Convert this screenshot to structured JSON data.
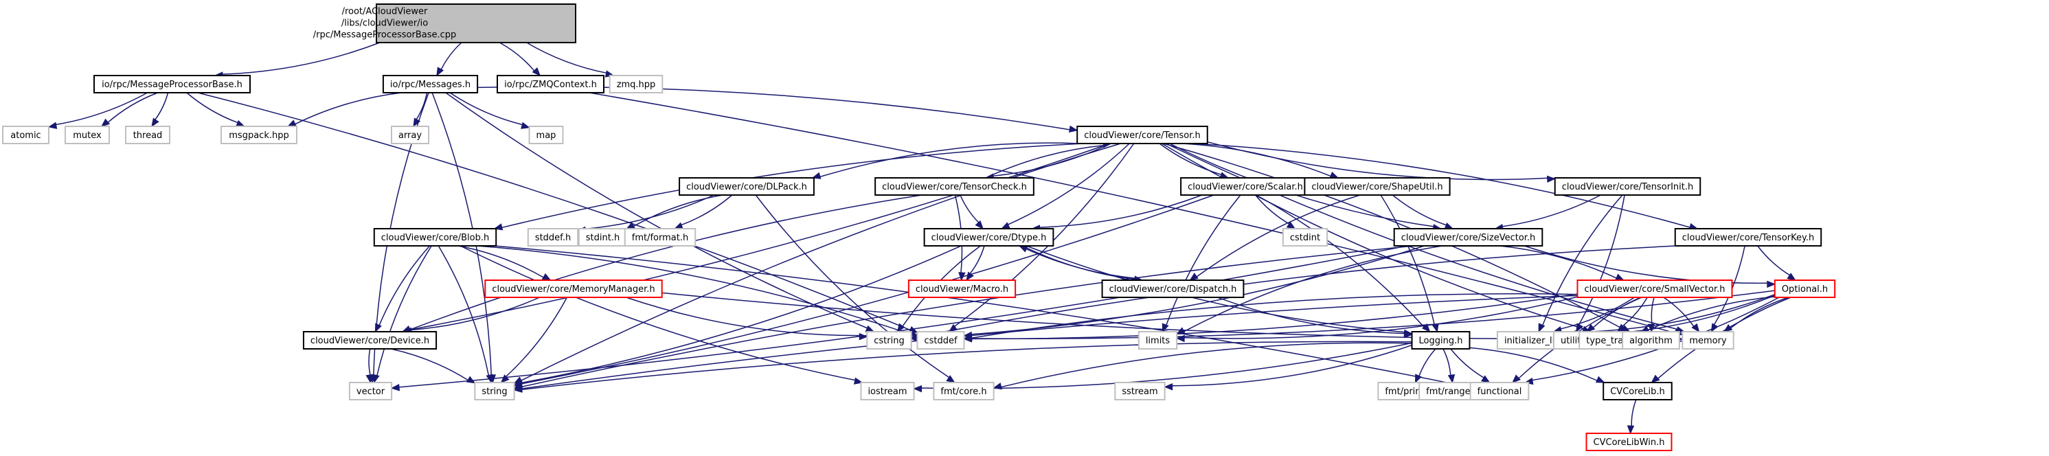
{
  "graph": {
    "title": "Include dependency graph for MessageProcessorBase.cpp",
    "colors": {
      "edge": "#191970",
      "root_fill": "#bfbfbf",
      "root_border": "#000000",
      "documented_border": "#000000",
      "external_border": "#bfbfbf",
      "truncated_border": "#ff0000"
    },
    "nodes": [
      {
        "id": "root",
        "label": [
          "/root/ACloudViewer",
          "/libs/cloudViewer/io",
          "/rpc/MessageProcessorBase.cpp"
        ],
        "kind": "root"
      },
      {
        "id": "mpb_h",
        "label": [
          "io/rpc/MessageProcessorBase.h"
        ],
        "kind": "documented"
      },
      {
        "id": "messages_h",
        "label": [
          "io/rpc/Messages.h"
        ],
        "kind": "documented"
      },
      {
        "id": "zmqcontext_h",
        "label": [
          "io/rpc/ZMQContext.h"
        ],
        "kind": "documented"
      },
      {
        "id": "zmq_hpp",
        "label": [
          "zmq.hpp"
        ],
        "kind": "external"
      },
      {
        "id": "atomic",
        "label": [
          "atomic"
        ],
        "kind": "external"
      },
      {
        "id": "mutex",
        "label": [
          "mutex"
        ],
        "kind": "external"
      },
      {
        "id": "thread",
        "label": [
          "thread"
        ],
        "kind": "external"
      },
      {
        "id": "msgpack_hpp",
        "label": [
          "msgpack.hpp"
        ],
        "kind": "external"
      },
      {
        "id": "array",
        "label": [
          "array"
        ],
        "kind": "external"
      },
      {
        "id": "map",
        "label": [
          "map"
        ],
        "kind": "external"
      },
      {
        "id": "tensor_h",
        "label": [
          "cloudViewer/core/Tensor.h"
        ],
        "kind": "documented"
      },
      {
        "id": "dlpack_h",
        "label": [
          "cloudViewer/core/DLPack.h"
        ],
        "kind": "documented"
      },
      {
        "id": "tensorcheck_h",
        "label": [
          "cloudViewer/core/TensorCheck.h"
        ],
        "kind": "documented"
      },
      {
        "id": "scalar_h",
        "label": [
          "cloudViewer/core/Scalar.h"
        ],
        "kind": "documented"
      },
      {
        "id": "shapeutil_h",
        "label": [
          "cloudViewer/core/ShapeUtil.h"
        ],
        "kind": "documented"
      },
      {
        "id": "tensorinit_h",
        "label": [
          "cloudViewer/core/TensorInit.h"
        ],
        "kind": "documented"
      },
      {
        "id": "blob_h",
        "label": [
          "cloudViewer/core/Blob.h"
        ],
        "kind": "documented"
      },
      {
        "id": "stddef_h",
        "label": [
          "stddef.h"
        ],
        "kind": "external"
      },
      {
        "id": "stdint_h",
        "label": [
          "stdint.h"
        ],
        "kind": "external"
      },
      {
        "id": "fmt_format_h",
        "label": [
          "fmt/format.h"
        ],
        "kind": "external"
      },
      {
        "id": "dtype_h",
        "label": [
          "cloudViewer/core/Dtype.h"
        ],
        "kind": "documented"
      },
      {
        "id": "cstdint",
        "label": [
          "cstdint"
        ],
        "kind": "external"
      },
      {
        "id": "sizevector_h",
        "label": [
          "cloudViewer/core/SizeVector.h"
        ],
        "kind": "documented"
      },
      {
        "id": "tensorkey_h",
        "label": [
          "cloudViewer/core/TensorKey.h"
        ],
        "kind": "documented"
      },
      {
        "id": "memorymanager_h",
        "label": [
          "cloudViewer/core/MemoryManager.h"
        ],
        "kind": "truncated"
      },
      {
        "id": "macro_h",
        "label": [
          "cloudViewer/Macro.h"
        ],
        "kind": "truncated"
      },
      {
        "id": "dispatch_h",
        "label": [
          "cloudViewer/core/Dispatch.h"
        ],
        "kind": "documented"
      },
      {
        "id": "smallvector_h",
        "label": [
          "cloudViewer/core/SmallVector.h"
        ],
        "kind": "truncated"
      },
      {
        "id": "optional_h",
        "label": [
          "Optional.h"
        ],
        "kind": "truncated"
      },
      {
        "id": "device_h",
        "label": [
          "cloudViewer/core/Device.h"
        ],
        "kind": "documented"
      },
      {
        "id": "cstring",
        "label": [
          "cstring"
        ],
        "kind": "external"
      },
      {
        "id": "cstddef",
        "label": [
          "cstddef"
        ],
        "kind": "external"
      },
      {
        "id": "limits",
        "label": [
          "limits"
        ],
        "kind": "external"
      },
      {
        "id": "logging_h",
        "label": [
          "Logging.h"
        ],
        "kind": "documented"
      },
      {
        "id": "initializer_list",
        "label": [
          "initializer_list"
        ],
        "kind": "external"
      },
      {
        "id": "utility",
        "label": [
          "utility"
        ],
        "kind": "external"
      },
      {
        "id": "type_traits",
        "label": [
          "type_traits"
        ],
        "kind": "external"
      },
      {
        "id": "algorithm",
        "label": [
          "algorithm"
        ],
        "kind": "external"
      },
      {
        "id": "memory",
        "label": [
          "memory"
        ],
        "kind": "external"
      },
      {
        "id": "vector",
        "label": [
          "vector"
        ],
        "kind": "external"
      },
      {
        "id": "string",
        "label": [
          "string"
        ],
        "kind": "external"
      },
      {
        "id": "iostream",
        "label": [
          "iostream"
        ],
        "kind": "external"
      },
      {
        "id": "fmt_core_h",
        "label": [
          "fmt/core.h"
        ],
        "kind": "external"
      },
      {
        "id": "sstream",
        "label": [
          "sstream"
        ],
        "kind": "external"
      },
      {
        "id": "fmt_printf_h",
        "label": [
          "fmt/printf.h"
        ],
        "kind": "external"
      },
      {
        "id": "fmt_ranges_h",
        "label": [
          "fmt/ranges.h"
        ],
        "kind": "external"
      },
      {
        "id": "functional",
        "label": [
          "functional"
        ],
        "kind": "external"
      },
      {
        "id": "cvcorelib_h",
        "label": [
          "CVCoreLib.h"
        ],
        "kind": "documented"
      },
      {
        "id": "cvcorelibwin_h",
        "label": [
          "CVCoreLibWin.h"
        ],
        "kind": "truncated"
      }
    ],
    "edges": [
      [
        "root",
        "mpb_h"
      ],
      [
        "root",
        "messages_h"
      ],
      [
        "root",
        "zmqcontext_h"
      ],
      [
        "root",
        "zmq_hpp"
      ],
      [
        "mpb_h",
        "atomic"
      ],
      [
        "mpb_h",
        "mutex"
      ],
      [
        "mpb_h",
        "thread"
      ],
      [
        "mpb_h",
        "msgpack_hpp"
      ],
      [
        "mpb_h",
        "cstddef"
      ],
      [
        "messages_h",
        "msgpack_hpp"
      ],
      [
        "messages_h",
        "array"
      ],
      [
        "messages_h",
        "map"
      ],
      [
        "messages_h",
        "tensor_h"
      ],
      [
        "messages_h",
        "vector"
      ],
      [
        "messages_h",
        "string"
      ],
      [
        "messages_h",
        "cstring"
      ],
      [
        "zmqcontext_h",
        "memory"
      ],
      [
        "tensor_h",
        "dlpack_h"
      ],
      [
        "tensor_h",
        "tensorcheck_h"
      ],
      [
        "tensor_h",
        "scalar_h"
      ],
      [
        "tensor_h",
        "shapeutil_h"
      ],
      [
        "tensor_h",
        "tensorinit_h"
      ],
      [
        "tensor_h",
        "tensorkey_h"
      ],
      [
        "tensor_h",
        "blob_h"
      ],
      [
        "tensor_h",
        "dtype_h"
      ],
      [
        "tensor_h",
        "sizevector_h"
      ],
      [
        "tensor_h",
        "device_h"
      ],
      [
        "tensor_h",
        "string"
      ],
      [
        "tensor_h",
        "cstddef"
      ],
      [
        "tensor_h",
        "memory"
      ],
      [
        "tensor_h",
        "algorithm"
      ],
      [
        "tensor_h",
        "type_traits"
      ],
      [
        "tensorcheck_h",
        "tensor_h"
      ],
      [
        "tensorcheck_h",
        "dtype_h"
      ],
      [
        "tensorcheck_h",
        "macro_h"
      ],
      [
        "tensorcheck_h",
        "device_h"
      ],
      [
        "dlpack_h",
        "stddef_h"
      ],
      [
        "dlpack_h",
        "stdint_h"
      ],
      [
        "dlpack_h",
        "fmt_format_h"
      ],
      [
        "dlpack_h",
        "fmt_core_h"
      ],
      [
        "scalar_h",
        "dtype_h"
      ],
      [
        "scalar_h",
        "cstdint"
      ],
      [
        "scalar_h",
        "logging_h"
      ],
      [
        "scalar_h",
        "limits"
      ],
      [
        "scalar_h",
        "string"
      ],
      [
        "shapeutil_h",
        "sizevector_h"
      ],
      [
        "shapeutil_h",
        "logging_h"
      ],
      [
        "shapeutil_h",
        "dispatch_h"
      ],
      [
        "tensorinit_h",
        "sizevector_h"
      ],
      [
        "tensorinit_h",
        "initializer_list"
      ],
      [
        "tensorinit_h",
        "utility"
      ],
      [
        "tensorkey_h",
        "optional_h"
      ],
      [
        "tensorkey_h",
        "memory"
      ],
      [
        "tensorkey_h",
        "cstring"
      ],
      [
        "blob_h",
        "memorymanager_h"
      ],
      [
        "blob_h",
        "device_h"
      ],
      [
        "blob_h",
        "string"
      ],
      [
        "blob_h",
        "iostream"
      ],
      [
        "blob_h",
        "functional"
      ],
      [
        "blob_h",
        "vector"
      ],
      [
        "blob_h",
        "cstddef"
      ],
      [
        "dtype_h",
        "dispatch_h"
      ],
      [
        "dtype_h",
        "macro_h"
      ],
      [
        "dtype_h",
        "cstring"
      ],
      [
        "dtype_h",
        "string"
      ],
      [
        "dtype_h",
        "logging_h"
      ],
      [
        "dispatch_h",
        "dtype_h"
      ],
      [
        "dispatch_h",
        "logging_h"
      ],
      [
        "sizevector_h",
        "smallvector_h"
      ],
      [
        "sizevector_h",
        "optional_h"
      ],
      [
        "sizevector_h",
        "cstddef"
      ],
      [
        "sizevector_h",
        "string"
      ],
      [
        "sizevector_h",
        "vector"
      ],
      [
        "sizevector_h",
        "limits"
      ],
      [
        "memorymanager_h",
        "device_h"
      ],
      [
        "memorymanager_h",
        "cstring"
      ],
      [
        "memorymanager_h",
        "string"
      ],
      [
        "memorymanager_h",
        "memory"
      ],
      [
        "smallvector_h",
        "initializer_list"
      ],
      [
        "smallvector_h",
        "utility"
      ],
      [
        "smallvector_h",
        "type_traits"
      ],
      [
        "smallvector_h",
        "algorithm"
      ],
      [
        "smallvector_h",
        "memory"
      ],
      [
        "smallvector_h",
        "cstddef"
      ],
      [
        "smallvector_h",
        "cstring"
      ],
      [
        "smallvector_h",
        "functional"
      ],
      [
        "smallvector_h",
        "limits"
      ],
      [
        "smallvector_h",
        "string"
      ],
      [
        "optional_h",
        "utility"
      ],
      [
        "optional_h",
        "type_traits"
      ],
      [
        "optional_h",
        "initializer_list"
      ],
      [
        "optional_h",
        "memory"
      ],
      [
        "optional_h",
        "functional"
      ],
      [
        "optional_h",
        "cvcorelib_h"
      ],
      [
        "optional_h",
        "cstddef"
      ],
      [
        "device_h",
        "vector"
      ],
      [
        "device_h",
        "string"
      ],
      [
        "logging_h",
        "string"
      ],
      [
        "logging_h",
        "iostream"
      ],
      [
        "logging_h",
        "fmt_core_h"
      ],
      [
        "logging_h",
        "sstream"
      ],
      [
        "logging_h",
        "fmt_printf_h"
      ],
      [
        "logging_h",
        "fmt_ranges_h"
      ],
      [
        "logging_h",
        "functional"
      ],
      [
        "logging_h",
        "cvcorelib_h"
      ],
      [
        "cvcorelib_h",
        "cvcorelibwin_h"
      ]
    ]
  }
}
